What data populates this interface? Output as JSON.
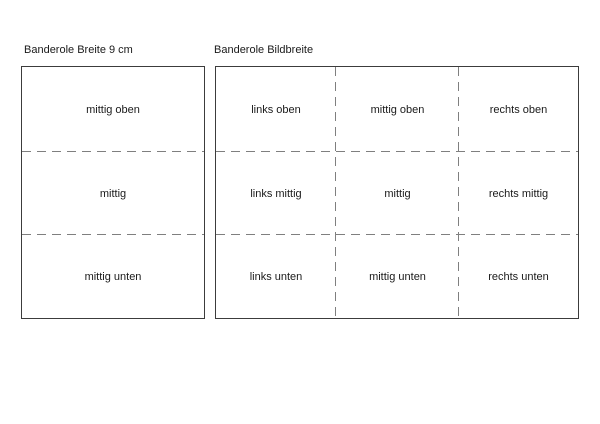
{
  "colors": {
    "background": "#ffffff",
    "panel_border": "#3c3c3c",
    "dashed_line": "#7f7f7f",
    "text": "#1a1a1a"
  },
  "left_panel": {
    "title": "Banderole Breite 9 cm",
    "cells": [
      {
        "label": "mittig oben"
      },
      {
        "label": "mittig"
      },
      {
        "label": "mittig unten"
      }
    ]
  },
  "right_panel": {
    "title": "Banderole Bildbreite",
    "cells": [
      {
        "label": "links oben"
      },
      {
        "label": "mittig oben"
      },
      {
        "label": "rechts oben"
      },
      {
        "label": "links mittig"
      },
      {
        "label": "mittig"
      },
      {
        "label": "rechts mittig"
      },
      {
        "label": "links unten"
      },
      {
        "label": "mittig unten"
      },
      {
        "label": "rechts unten"
      }
    ]
  }
}
